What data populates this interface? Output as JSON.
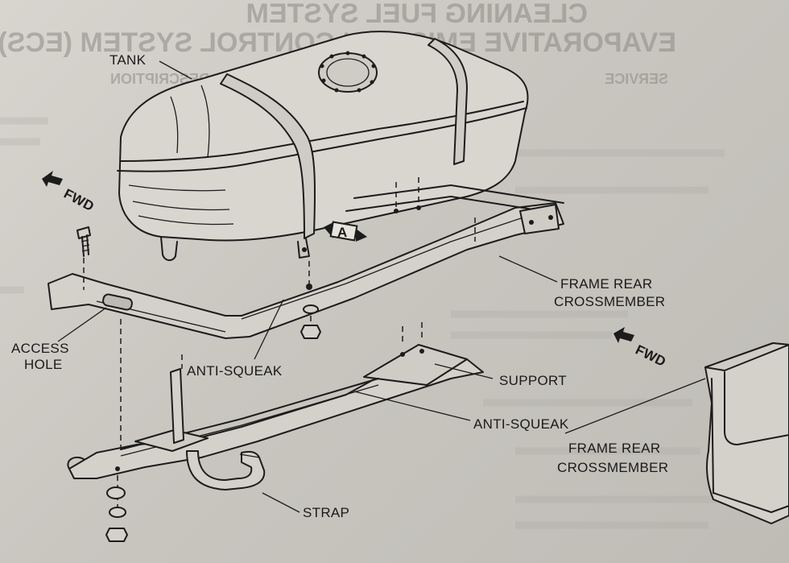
{
  "background_text": {
    "heading_1": "CLEANING FUEL SYSTEM",
    "heading_2": "EVAPORATIVE EMISSION CONTROL SYSTEM (ECS)",
    "left_section": "DESCRIPTION",
    "right_section": "SERVICE"
  },
  "labels": {
    "tank": "TANK",
    "fwd_left": "FWD",
    "fwd_right": "FWD",
    "view_a": "A",
    "access_hole_line1": "ACCESS",
    "access_hole_line2": "HOLE",
    "anti_squeak_upper": "ANTI-SQUEAK",
    "anti_squeak_lower": "ANTI-SQUEAK",
    "frame_rear_upper_line1": "FRAME REAR",
    "frame_rear_upper_line2": "CROSSMEMBER",
    "frame_rear_lower_line1": "FRAME REAR",
    "frame_rear_lower_line2": "CROSSMEMBER",
    "support": "SUPPORT",
    "strap": "STRAP"
  },
  "colors": {
    "ink": "#1c1c1c",
    "paper": "#d2cfc9",
    "bleed_through": "#9a9792"
  }
}
